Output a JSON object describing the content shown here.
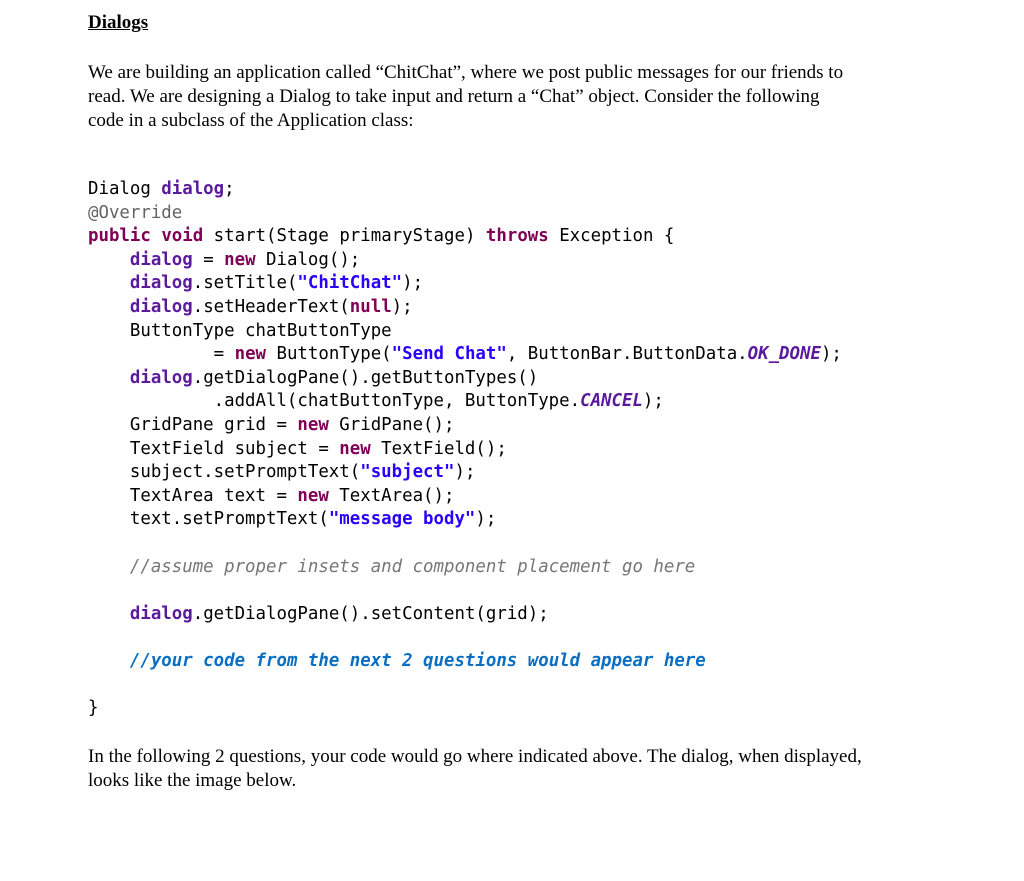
{
  "heading": "Dialogs",
  "intro_lines": [
    "We are building an application called “ChitChat”, where we post public messages for our friends to",
    "read. We are designing a Dialog to take input and return a “Chat” object. Consider the following",
    "code in a subclass of the Application class:"
  ],
  "code": {
    "l1a": "Dialog ",
    "l1b": "dialog",
    "l1c": ";",
    "l2": "@Override",
    "l3a": "public",
    "l3b": " ",
    "l3c": "void",
    "l3d": " start(Stage primaryStage) ",
    "l3e": "throws",
    "l3f": " Exception {",
    "l4a": "    ",
    "l4b": "dialog",
    "l4c": " = ",
    "l4d": "new",
    "l4e": " Dialog();",
    "l5a": "    ",
    "l5b": "dialog",
    "l5c": ".setTitle(",
    "l5d": "\"ChitChat\"",
    "l5e": ");",
    "l6a": "    ",
    "l6b": "dialog",
    "l6c": ".setHeaderText(",
    "l6d": "null",
    "l6e": ");",
    "l7": "    ButtonType chatButtonType",
    "l8a": "            = ",
    "l8b": "new",
    "l8c": " ButtonType(",
    "l8d": "\"Send Chat\"",
    "l8e": ", ButtonBar.ButtonData.",
    "l8f": "OK_DONE",
    "l8g": ");",
    "l9a": "    ",
    "l9b": "dialog",
    "l9c": ".getDialogPane().getButtonTypes()",
    "l10a": "            .addAll(chatButtonType, ButtonType.",
    "l10b": "CANCEL",
    "l10c": ");",
    "l11a": "    GridPane grid = ",
    "l11b": "new",
    "l11c": " GridPane();",
    "l12a": "    TextField subject = ",
    "l12b": "new",
    "l12c": " TextField();",
    "l13a": "    subject.setPromptText(",
    "l13b": "\"subject\"",
    "l13c": ");",
    "l14a": "    TextArea text = ",
    "l14b": "new",
    "l14c": " TextArea();",
    "l15a": "    text.setPromptText(",
    "l15b": "\"message body\"",
    "l15c": ");",
    "l17a": "    ",
    "l17b": "//assume proper insets and component placement go here",
    "l19a": "    ",
    "l19b": "dialog",
    "l19c": ".getDialogPane().setContent(grid);",
    "l21a": "    ",
    "l21b": "//your code from the next 2 questions would appear here",
    "l23": "}"
  },
  "outro_lines": [
    "In the following 2 questions, your code would go where indicated above. The dialog, when displayed,",
    "looks like the image below."
  ]
}
